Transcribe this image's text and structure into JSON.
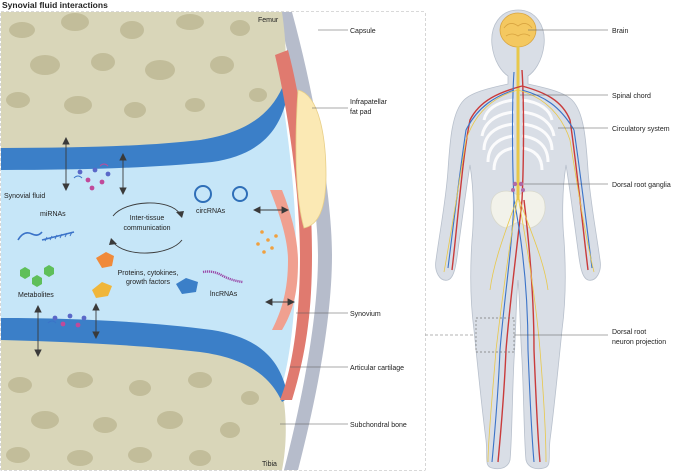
{
  "title": "Synovial fluid interactions",
  "joint": {
    "femur": "Femur",
    "tibia": "Tibia",
    "synovial_fluid": "Synovial fluid",
    "mirnas": "miRNAs",
    "communication_line1": "Inter-tissue",
    "communication_line2": "communication",
    "circrnas": "circRNAs",
    "proteins_line1": "Proteins, cytokines,",
    "proteins_line2": "growth factors",
    "metabolites": "Metabolites",
    "lncrnas": "lncRNAs"
  },
  "callouts": {
    "capsule": "Capsule",
    "fat_pad_line1": "Infrapatellar",
    "fat_pad_line2": "fat pad",
    "synovium": "Synovium",
    "articular_cartilage": "Articular cartilage",
    "subchondral_bone": "Subchondral bone"
  },
  "body_labels": {
    "brain": "Brain",
    "spinal_chord": "Spinal chord",
    "circulatory_system": "Circulatory system",
    "dorsal_root_ganglia": "Dorsal root ganglia",
    "projection_line1": "Dorsal root",
    "projection_line2": "neuron projection"
  },
  "colors": {
    "bone": "#d9d6b9",
    "bone_spot": "#c2bd9a",
    "cartilage": "#3b7fc8",
    "fluid": "#c6e6f8",
    "synovium": "#e07a6f",
    "fat_pad": "#fbe9b4",
    "capsule": "#b6bccb",
    "body": "#d9dee6",
    "artery": "#c93b3b",
    "vein": "#3b73c8",
    "nerve": "#e8c84a"
  }
}
